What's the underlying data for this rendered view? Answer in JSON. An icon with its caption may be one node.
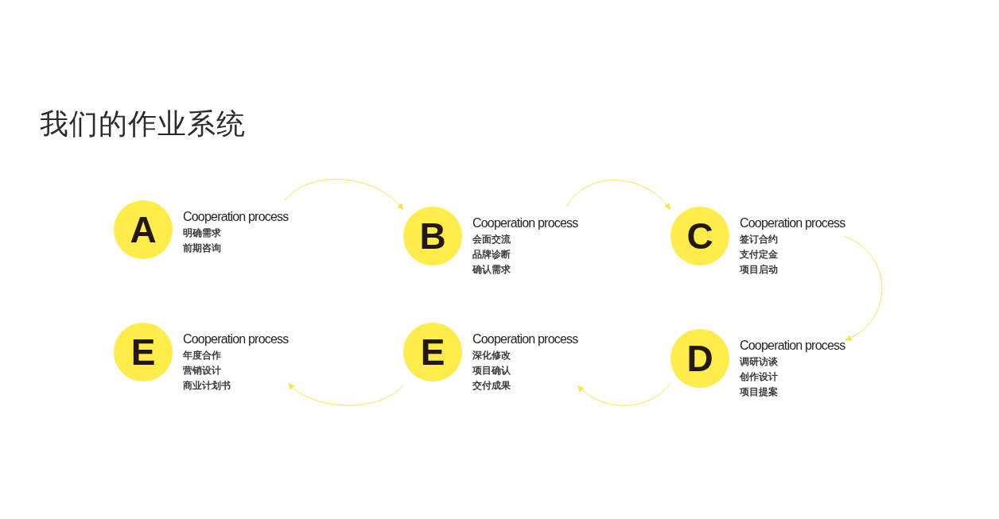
{
  "diagram": {
    "title": "我们的作业系统",
    "nodes": [
      {
        "text": [
          "A"
        ],
        "beside": [
          "Cooperation process",
          "明确需求",
          "前期咨询"
        ]
      },
      {
        "text": [
          "B"
        ],
        "beside": [
          "Cooperation process",
          "会面交流",
          "品牌诊断",
          "确认需求"
        ]
      },
      {
        "text": [
          "C"
        ],
        "beside": [
          "Cooperation process",
          "签订合约",
          "支付定金",
          "项目启动"
        ]
      },
      {
        "text": [
          "E"
        ],
        "beside": [
          "Cooperation process",
          "年度合作",
          "营销设计",
          "商业计划书"
        ]
      },
      {
        "text": [
          "E"
        ],
        "beside": [
          "Cooperation process",
          "深化修改",
          "项目确认",
          "交付成果"
        ]
      },
      {
        "text": [
          "D"
        ],
        "beside": [
          "Cooperation process",
          "调研访谈",
          "创作设计",
          "项目提案"
        ]
      }
    ],
    "edges": [
      {
        "from": 0,
        "to": 1,
        "arrow": "to"
      },
      {
        "from": 1,
        "to": 2,
        "arrow": "to"
      },
      {
        "from": 2,
        "to": 5,
        "arrow": "to"
      },
      {
        "from": 5,
        "to": 4,
        "arrow": "to"
      },
      {
        "from": 4,
        "to": 3,
        "arrow": "to"
      }
    ]
  }
}
